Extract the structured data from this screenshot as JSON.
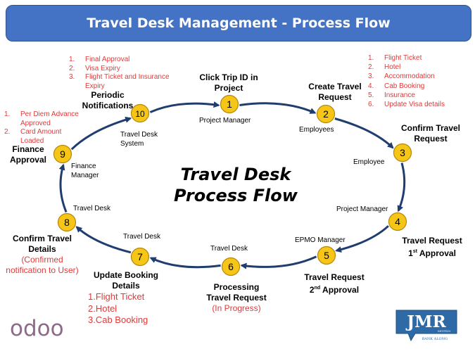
{
  "header": {
    "title": "Travel Desk Management - Process Flow"
  },
  "center_title": {
    "line1": "Travel Desk",
    "line2": "Process Flow"
  },
  "steps": [
    {
      "number": "1",
      "title_lines": [
        "Click Trip ID in",
        "Project"
      ],
      "actor": "Project Manager"
    },
    {
      "number": "2",
      "title_lines": [
        "Create Travel",
        "Request"
      ],
      "actor": "Employees"
    },
    {
      "number": "3",
      "title_lines": [
        "Confirm Travel",
        "Request"
      ],
      "actor": "Employee"
    },
    {
      "number": "4",
      "title_lines": [
        "Travel Request",
        "1st Approval"
      ],
      "actor": "Project Manager"
    },
    {
      "number": "5",
      "title_lines": [
        "Travel Request",
        "2nd Approval"
      ],
      "actor": "EPMO Manager"
    },
    {
      "number": "6",
      "title_lines": [
        "Processing",
        "Travel Request"
      ],
      "actor": "Travel Desk",
      "note": "(In Progress)"
    },
    {
      "number": "7",
      "title_lines": [
        "Update Booking",
        "Details"
      ],
      "actor": "Travel Desk"
    },
    {
      "number": "8",
      "title_lines": [
        "Confirm Travel",
        "Details"
      ],
      "actor": "Travel Desk",
      "note_lines": [
        "(Confirmed",
        "notification to User)"
      ]
    },
    {
      "number": "9",
      "title_lines": [
        "Finance",
        "Approval"
      ],
      "actor_lines": [
        "Finance",
        "Manager"
      ]
    },
    {
      "number": "10",
      "title_lines": [
        "Periodic",
        "Notifications"
      ],
      "actor_lines": [
        "Travel Desk",
        "System"
      ]
    }
  ],
  "ordinal_suffix": {
    "step4": "st",
    "step5": "nd"
  },
  "create_request_items": [
    {
      "n": "1.",
      "text": "Flight Ticket"
    },
    {
      "n": "2.",
      "text": "Hotel"
    },
    {
      "n": "3.",
      "text": "Accommodation"
    },
    {
      "n": "4.",
      "text": "Cab Booking"
    },
    {
      "n": "5.",
      "text": "Insurance"
    },
    {
      "n": "6.",
      "text": "Update Visa details"
    }
  ],
  "notification_items": [
    {
      "n": "1.",
      "lines": [
        "Final Approval"
      ]
    },
    {
      "n": "2.",
      "lines": [
        "Visa Expiry"
      ]
    },
    {
      "n": "3.",
      "lines": [
        "Flight Ticket and Insurance",
        "Expiry"
      ]
    }
  ],
  "finance_items": [
    {
      "n": "1.",
      "lines": [
        "Per Diem Advance",
        "Approved"
      ]
    },
    {
      "n": "2.",
      "lines": [
        "Card Amount",
        "Loaded"
      ]
    }
  ],
  "booking_items": [
    "1.Flight Ticket",
    "2.Hotel",
    "3.Cab Booking"
  ],
  "logos": {
    "odoo": "odoo",
    "jmr": "JMR",
    "jmr_sub": "INFOTECH",
    "jmr_tag": "BANK ALONG"
  },
  "colors": {
    "banner": "#4472c4",
    "arrow": "#1f3d6e",
    "node_fill": "#f5c518",
    "node_stroke": "#b8860b",
    "note_red": "#e03a3a",
    "odoo_purple": "#8f6b8a",
    "jmr_blue": "#2e6aa6"
  }
}
